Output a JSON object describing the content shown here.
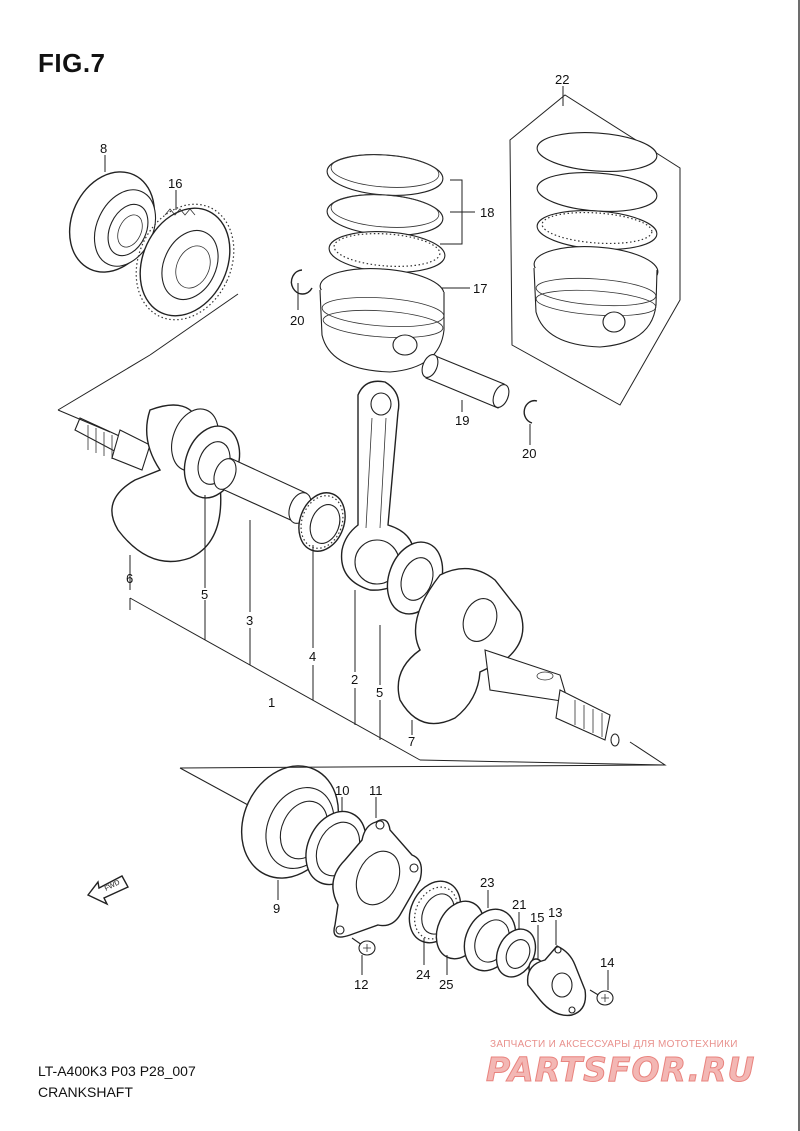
{
  "figure": {
    "title": "FIG.7",
    "model_code": "LT-A400K3 P03 P28_007",
    "section_name": "CRANKSHAFT",
    "direction_marker": "FWD"
  },
  "watermark": {
    "tagline": "ЗАПЧАСТИ И АКСЕССУАРЫ ДЛЯ МОТОТЕХНИКИ",
    "brand": "PARTSFOR.RU"
  },
  "callouts": {
    "c1": "1",
    "c2": "2",
    "c3": "3",
    "c4": "4",
    "c5a": "5",
    "c5b": "5",
    "c6": "6",
    "c7": "7",
    "c8": "8",
    "c9": "9",
    "c10": "10",
    "c11": "11",
    "c12": "12",
    "c13": "13",
    "c14": "14",
    "c15": "15",
    "c16": "16",
    "c17": "17",
    "c18": "18",
    "c19": "19",
    "c20a": "20",
    "c20b": "20",
    "c21": "21",
    "c22": "22",
    "c23": "23",
    "c24": "24",
    "c25": "25"
  }
}
